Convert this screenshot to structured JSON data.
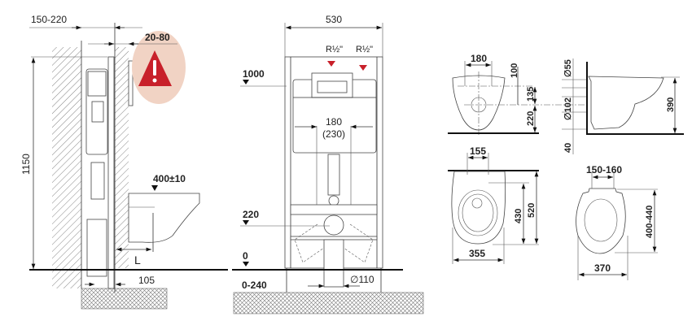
{
  "side_view": {
    "dim_wall_depth": "150-220",
    "dim_cladding": "20-80",
    "dim_height": "1150",
    "dim_seat_height": "400±10",
    "dim_L": "L",
    "dim_105": "105",
    "warning_icon": "warning-triangle-icon",
    "warning_color": "#c8202a",
    "warning_bg": "#f1d3c4"
  },
  "front_view": {
    "dim_width": "530",
    "inlet_left": "R½\"",
    "inlet_right": "R½\"",
    "level_1000": "1000",
    "dim_bolts": "180",
    "dim_bolts_alt": "(230)",
    "level_220": "220",
    "level_0": "0",
    "dim_0_240": "0-240",
    "dim_pipe": "∅110"
  },
  "bowl_front": {
    "dim_180": "180",
    "dim_100": "100",
    "dim_135": "135",
    "dim_220": "220"
  },
  "bowl_side": {
    "dim_55": "∅55",
    "dim_102": "∅102",
    "dim_40": "40",
    "dim_390": "390"
  },
  "bowl_top": {
    "dim_155": "155",
    "dim_430": "430",
    "dim_520": "520",
    "dim_355": "355"
  },
  "seat": {
    "dim_150_160": "150-160",
    "dim_400_440": "400-440",
    "dim_370": "370"
  }
}
